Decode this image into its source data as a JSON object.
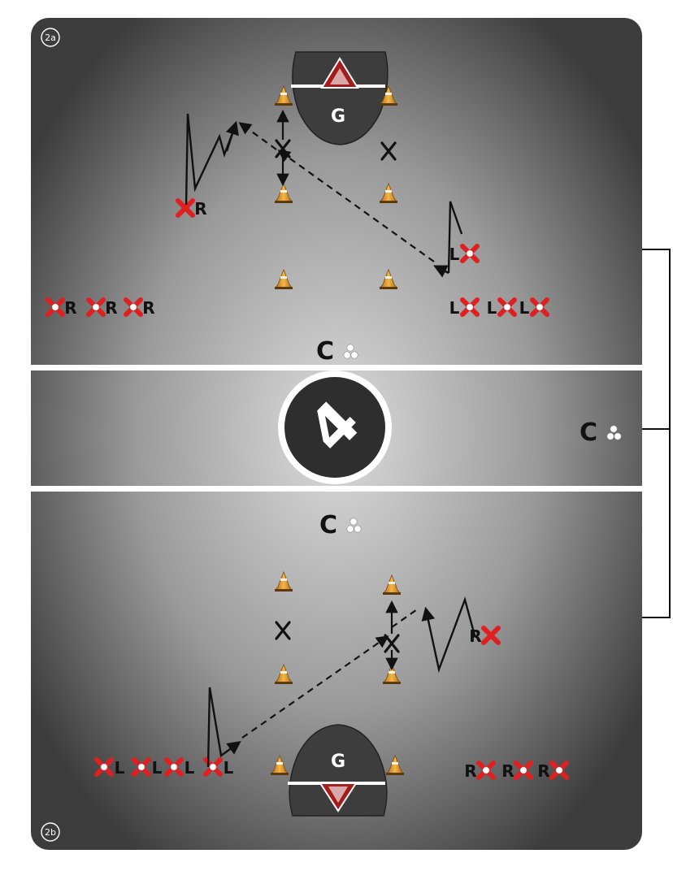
{
  "panels": {
    "top_label": "2a",
    "bottom_label": "2b"
  },
  "goal_label": "G",
  "coach_label": "C",
  "player_letters": {
    "left": "L",
    "right": "R"
  },
  "logo": {
    "glyph": "4",
    "name": "logo-mark"
  },
  "colors": {
    "field_dark": "#3a3a3a",
    "field_light": "#d6d6d6",
    "line_white": "#ffffff",
    "goal_fill": "#3d3d3d",
    "cone_orange": "#e8a02a",
    "player_red": "#e02020",
    "ink": "#111111",
    "triangle_red": "#a51c1c"
  }
}
